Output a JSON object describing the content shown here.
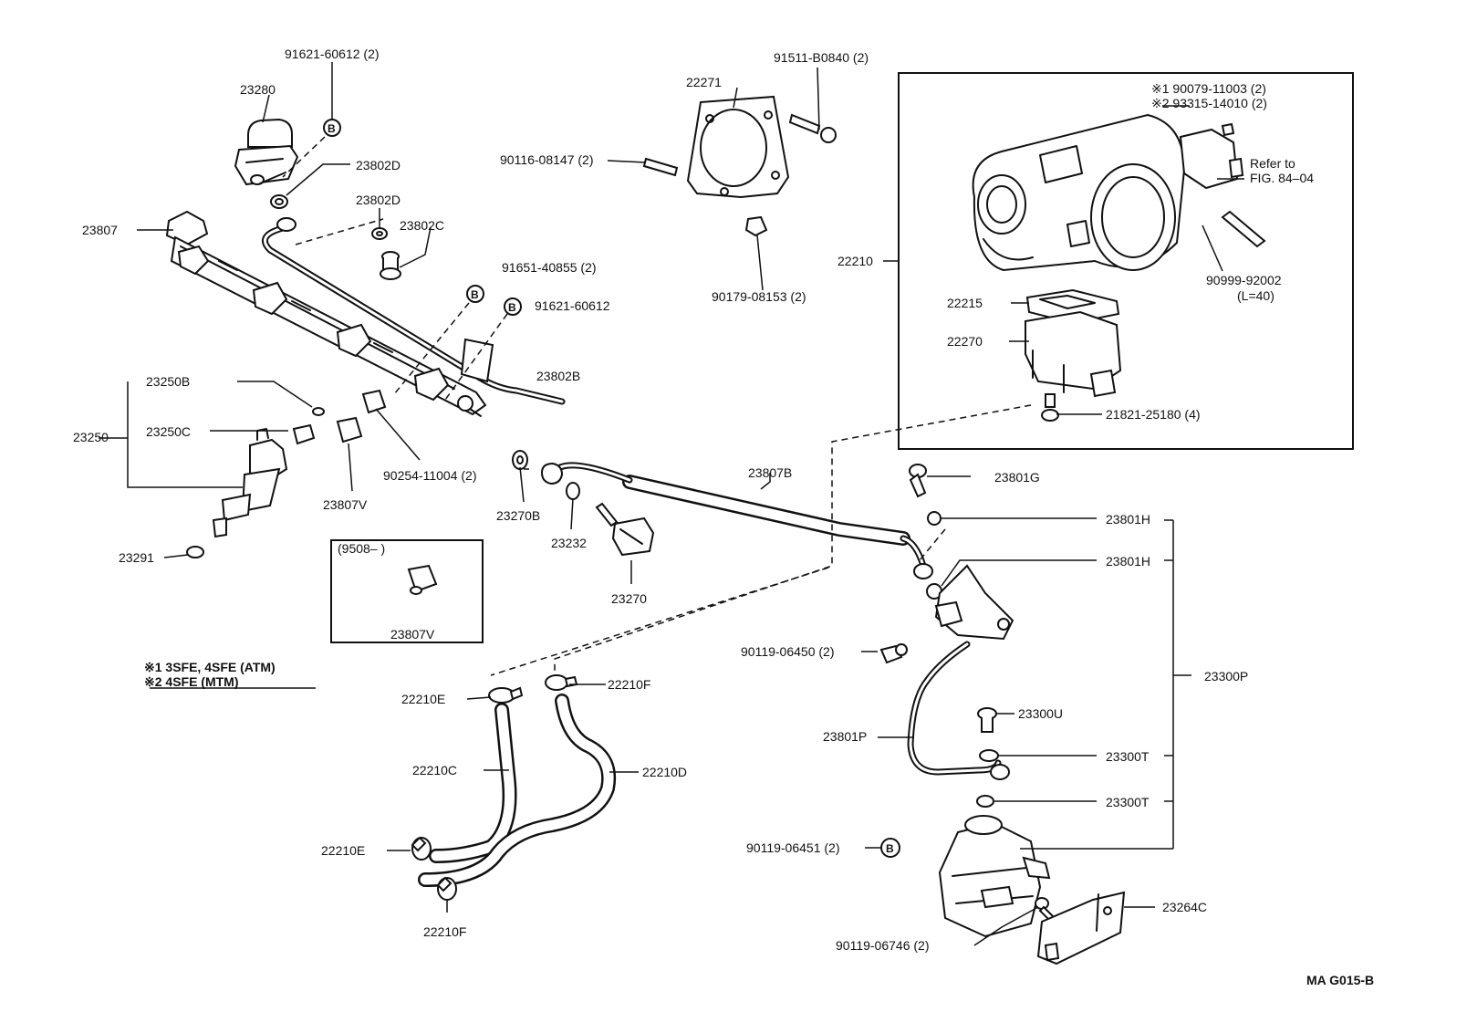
{
  "labels": {
    "p91621_60612_2": "91621-60612 (2)",
    "p23280": "23280",
    "p23802d_a": "23802D",
    "p23802d_b": "23802D",
    "p23802c": "23802C",
    "p23807": "23807",
    "p91651_40855": "91651-40855 (2)",
    "p91621_60612": "91621-60612",
    "p23802b": "23802B",
    "p23250b": "23250B",
    "p23250": "23250",
    "p23250c": "23250C",
    "p90254_11004": "90254-11004 (2)",
    "p23807v_a": "23807V",
    "p23291": "23291",
    "p9508": "(9508–        )",
    "p23807v_b": "23807V",
    "note1": "※1 3SFE, 4SFE (ATM)",
    "note2": "※2 4SFE (MTM)",
    "p22271": "22271",
    "p90116_08147": "90116-08147 (2)",
    "p91511_b0840": "91511-B0840 (2)",
    "p90179_08153": "90179-08153 (2)",
    "p90079_11003": "※1  90079-11003 (2)",
    "p93315_14010": "※2  93315-14010 (2)",
    "refer1": "Refer to",
    "refer2": "FIG. 84–04",
    "p22210": "22210",
    "p22215": "22215",
    "p22270": "22270",
    "p90999_92002": "90999-92002",
    "p_l40": "(L=40)",
    "p21821_25180": "21821-25180 (4)",
    "p23807b": "23807B",
    "p23270b": "23270B",
    "p23232": "23232",
    "p23270": "23270",
    "p23801g": "23801G",
    "p23801h_a": "23801H",
    "p23801h_b": "23801H",
    "p90119_06450": "90119-06450 (2)",
    "p23300p": "23300P",
    "p23300u": "23300U",
    "p23801p": "23801P",
    "p23300t_a": "23300T",
    "p23300t_b": "23300T",
    "p90119_06451": "90119-06451 (2)",
    "p23264c": "23264C",
    "p90119_06746": "90119-06746 (2)",
    "p22210e_a": "22210E",
    "p22210f_a": "22210F",
    "p22210c": "22210C",
    "p22210d": "22210D",
    "p22210e_b": "22210E",
    "p22210f_b": "22210F",
    "code": "MA G015-B"
  },
  "markers": {
    "b": "B"
  }
}
